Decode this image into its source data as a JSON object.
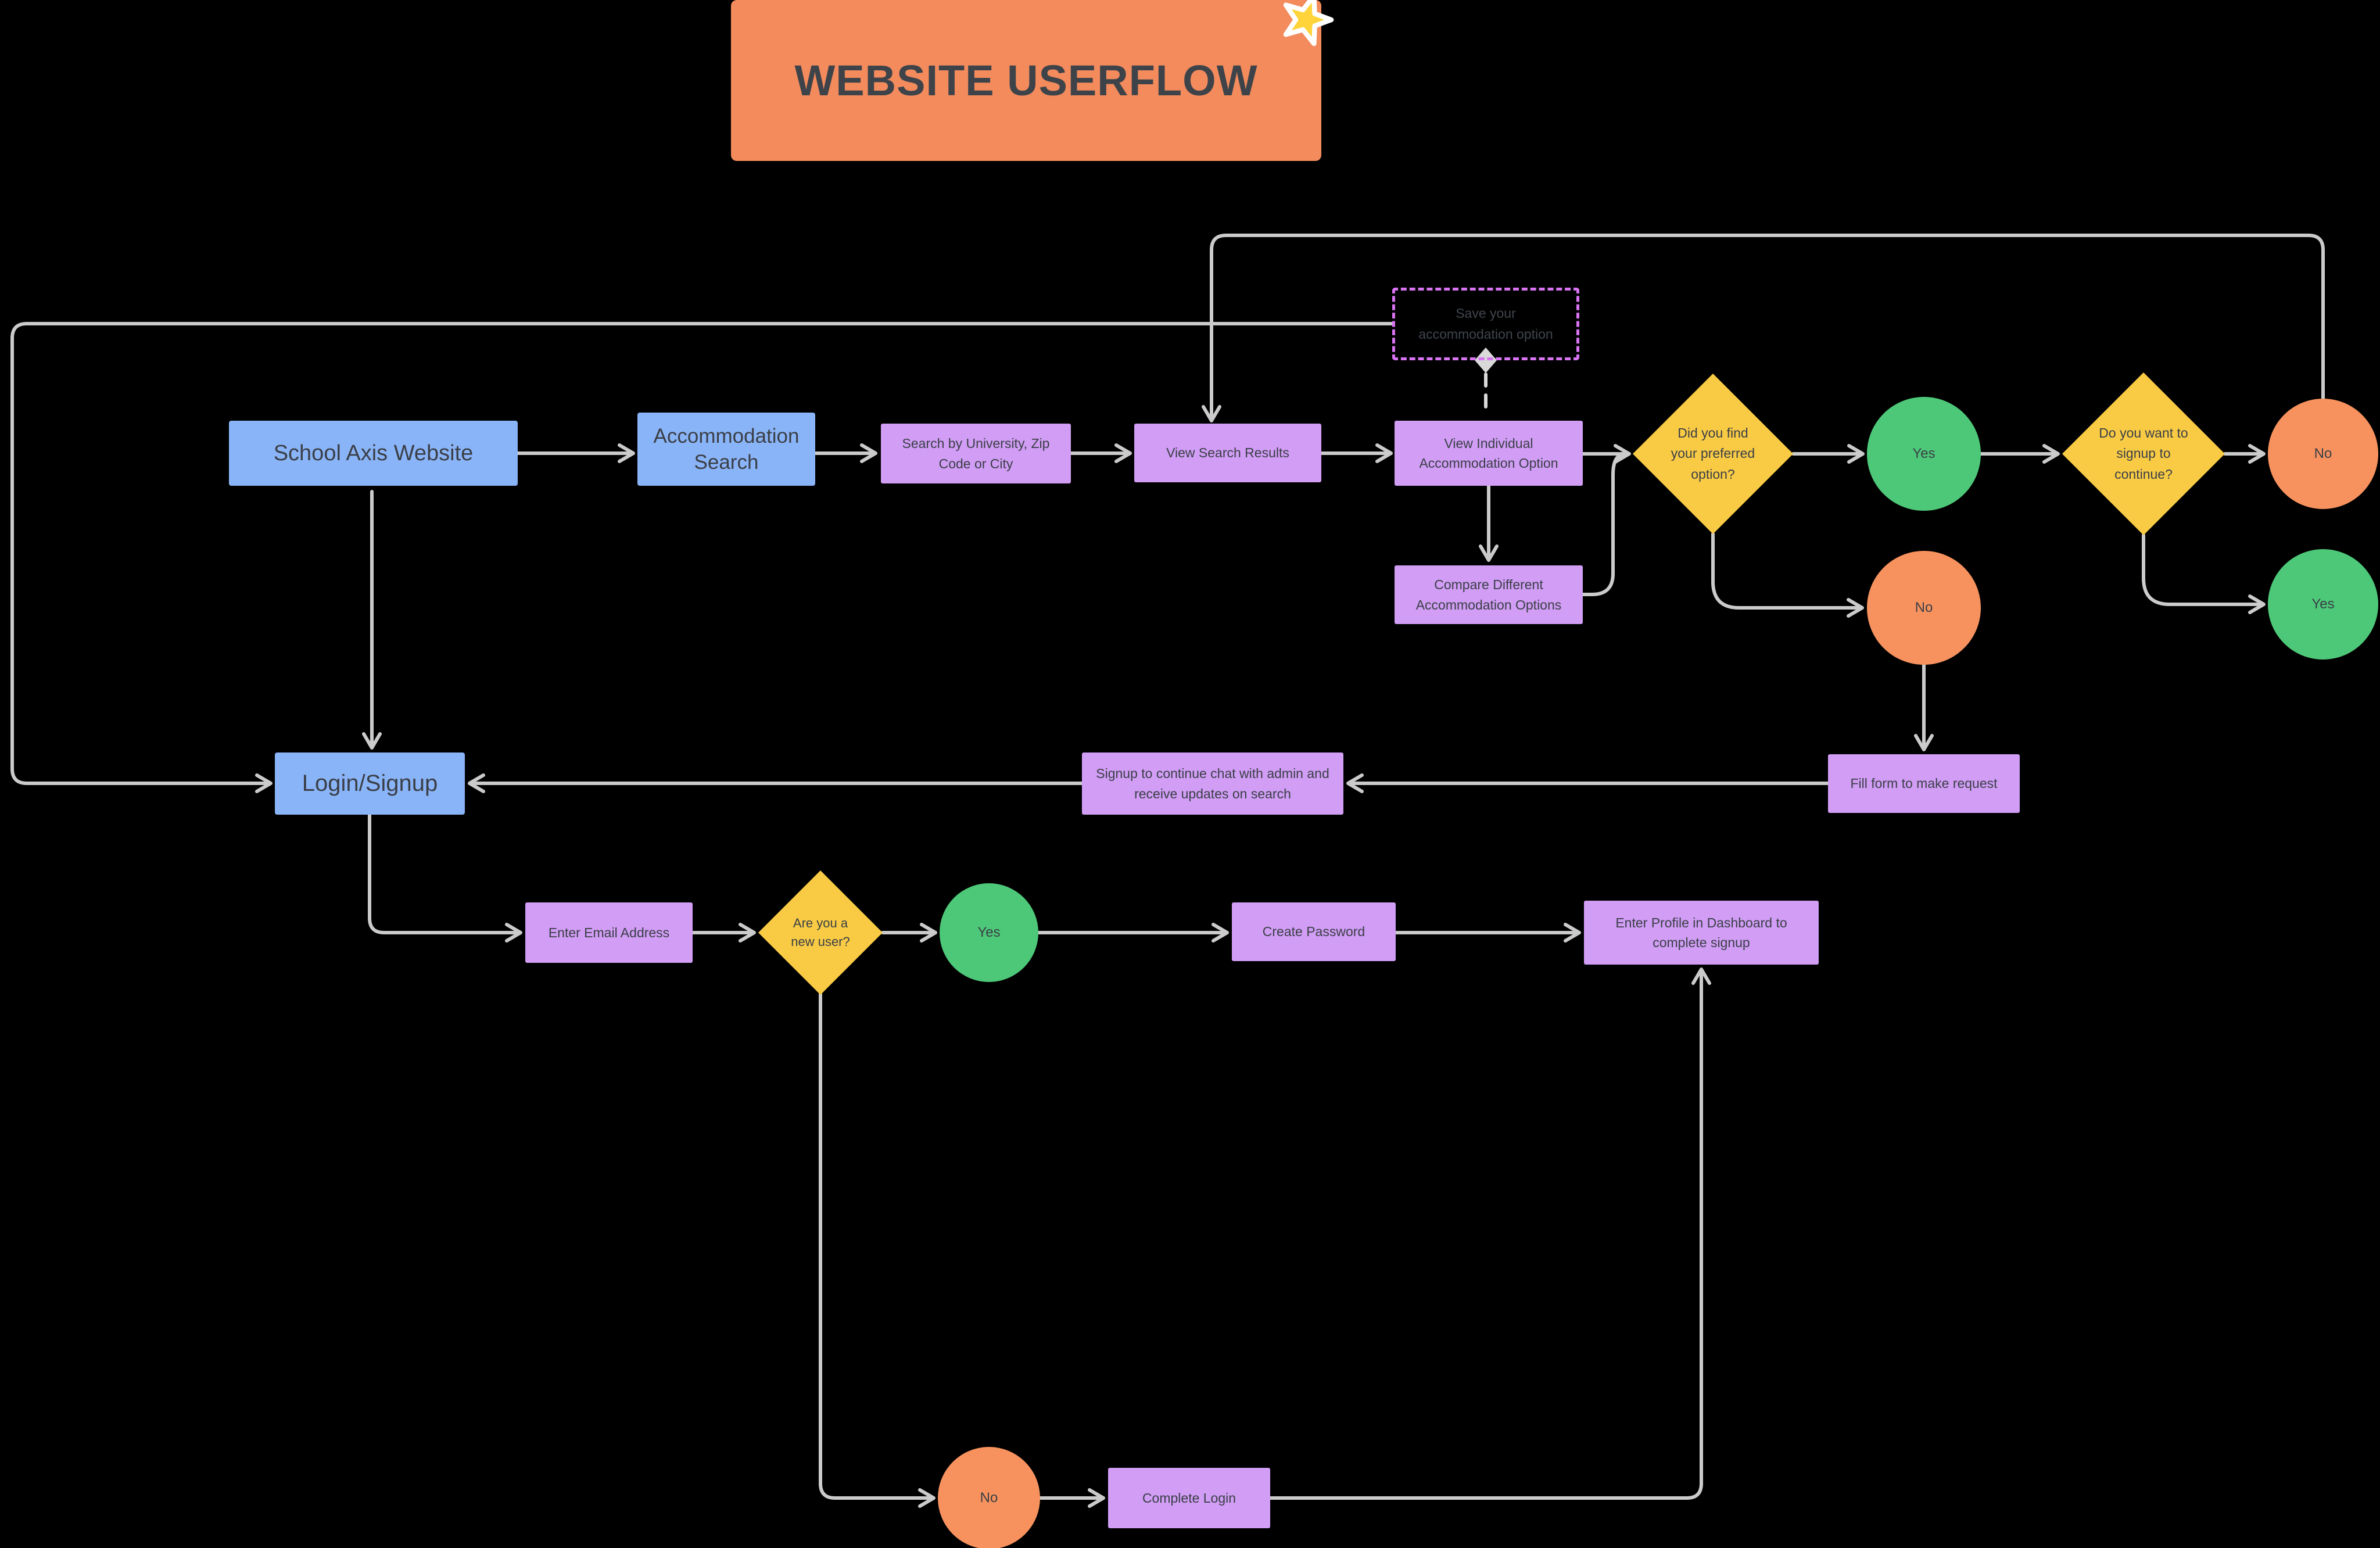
{
  "title": {
    "label": "WEBSITE USERFLOW"
  },
  "palette": {
    "background": "#000000",
    "title_bg": "#f38b5c",
    "entry_node": "#8ab4f8",
    "process_node": "#d19df5",
    "decision_node": "#f9cb45",
    "yes_node": "#4dc879",
    "no_node": "#f7925e",
    "connector": "#cbcbcb",
    "annotation_border": "#d873f2",
    "star": "#ffd43b"
  },
  "nodes": {
    "school": {
      "label": "School Axis Website"
    },
    "accommodation": {
      "label": "Accommodation Search"
    },
    "search_by": {
      "label": "Search by University, Zip Code or City"
    },
    "view_results": {
      "label": "View Search Results"
    },
    "view_individual": {
      "label": "View Individual Accommodation Option"
    },
    "compare": {
      "label": "Compare Different Accommodation Options"
    },
    "save_option": {
      "label": "Save your accommodation option"
    },
    "decision_preferred": {
      "label": "Did you find your preferred option?"
    },
    "yes_preferred": {
      "label": "Yes"
    },
    "decision_signup": {
      "label": "Do you want to signup to continue?"
    },
    "no_signup": {
      "label": "No"
    },
    "yes_signup": {
      "label": "Yes"
    },
    "no_preferred": {
      "label": "No"
    },
    "fill_form": {
      "label": "Fill form to make request"
    },
    "signup_chat": {
      "label": "Signup to continue chat with admin and receive updates on search"
    },
    "login": {
      "label": "Login/Signup"
    },
    "email": {
      "label": "Enter Email Address"
    },
    "decision_new_user": {
      "label": "Are you a new user?"
    },
    "yes_new_user": {
      "label": "Yes"
    },
    "create_password": {
      "label": "Create Password"
    },
    "profile": {
      "label": "Enter Profile in Dashboard to complete signup"
    },
    "no_new_user": {
      "label": "No"
    },
    "complete_login": {
      "label": "Complete Login"
    }
  }
}
